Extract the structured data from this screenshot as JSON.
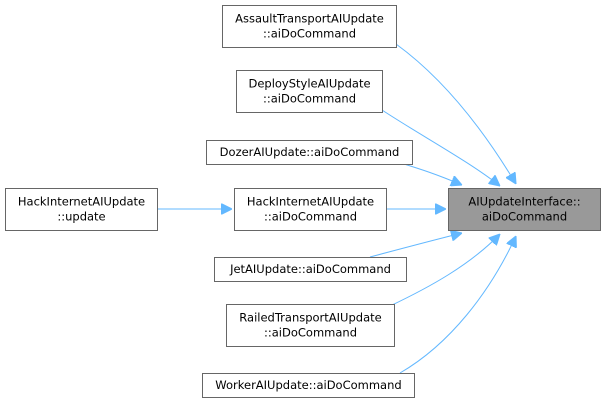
{
  "diagram": {
    "type": "call-graph",
    "colors": {
      "edge": "#63b8ff",
      "node_border": "#666666",
      "node_fill": "#ffffff",
      "highlight_fill": "#999999"
    },
    "nodes": [
      {
        "id": "assault",
        "lines": [
          "AssaultTransportAIUpdate",
          "::aiDoCommand"
        ]
      },
      {
        "id": "deploy",
        "lines": [
          "DeployStyleAIUpdate",
          "::aiDoCommand"
        ]
      },
      {
        "id": "dozer",
        "lines": [
          "DozerAIUpdate::aiDoCommand"
        ]
      },
      {
        "id": "hack",
        "lines": [
          "HackInternetAIUpdate",
          "::aiDoCommand"
        ]
      },
      {
        "id": "hackupdate",
        "lines": [
          "HackInternetAIUpdate",
          "::update"
        ]
      },
      {
        "id": "jet",
        "lines": [
          "JetAIUpdate::aiDoCommand"
        ]
      },
      {
        "id": "railed",
        "lines": [
          "RailedTransportAIUpdate",
          "::aiDoCommand"
        ]
      },
      {
        "id": "worker",
        "lines": [
          "WorkerAIUpdate::aiDoCommand"
        ]
      },
      {
        "id": "target",
        "lines": [
          "AIUpdateInterface::",
          "aiDoCommand"
        ],
        "highlight": true
      }
    ],
    "edges": [
      {
        "from": "assault",
        "to": "target"
      },
      {
        "from": "deploy",
        "to": "target"
      },
      {
        "from": "dozer",
        "to": "target"
      },
      {
        "from": "hack",
        "to": "target"
      },
      {
        "from": "jet",
        "to": "target"
      },
      {
        "from": "railed",
        "to": "target"
      },
      {
        "from": "worker",
        "to": "target"
      },
      {
        "from": "hackupdate",
        "to": "hack"
      }
    ]
  }
}
